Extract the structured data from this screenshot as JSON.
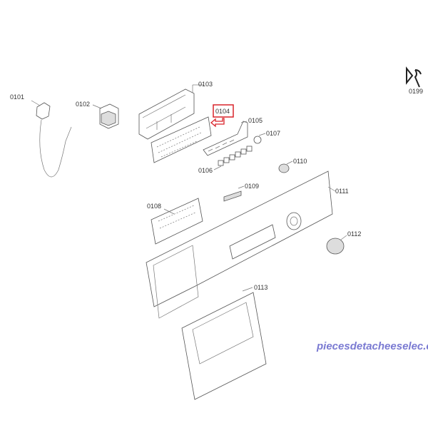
{
  "diagram": {
    "labels": {
      "p0101": "0101",
      "p0102": "0102",
      "p0103": "0103",
      "p0104": "0104",
      "p0105": "0105",
      "p0106": "0106",
      "p0107": "0107",
      "p0108": "0108",
      "p0109": "0109",
      "p0110": "0110",
      "p0111": "0111",
      "p0112": "0112",
      "p0113": "0113",
      "p0199": "0199"
    },
    "highlight_color": "#d9232a",
    "watermark": "piecesdetacheeselec.com"
  }
}
